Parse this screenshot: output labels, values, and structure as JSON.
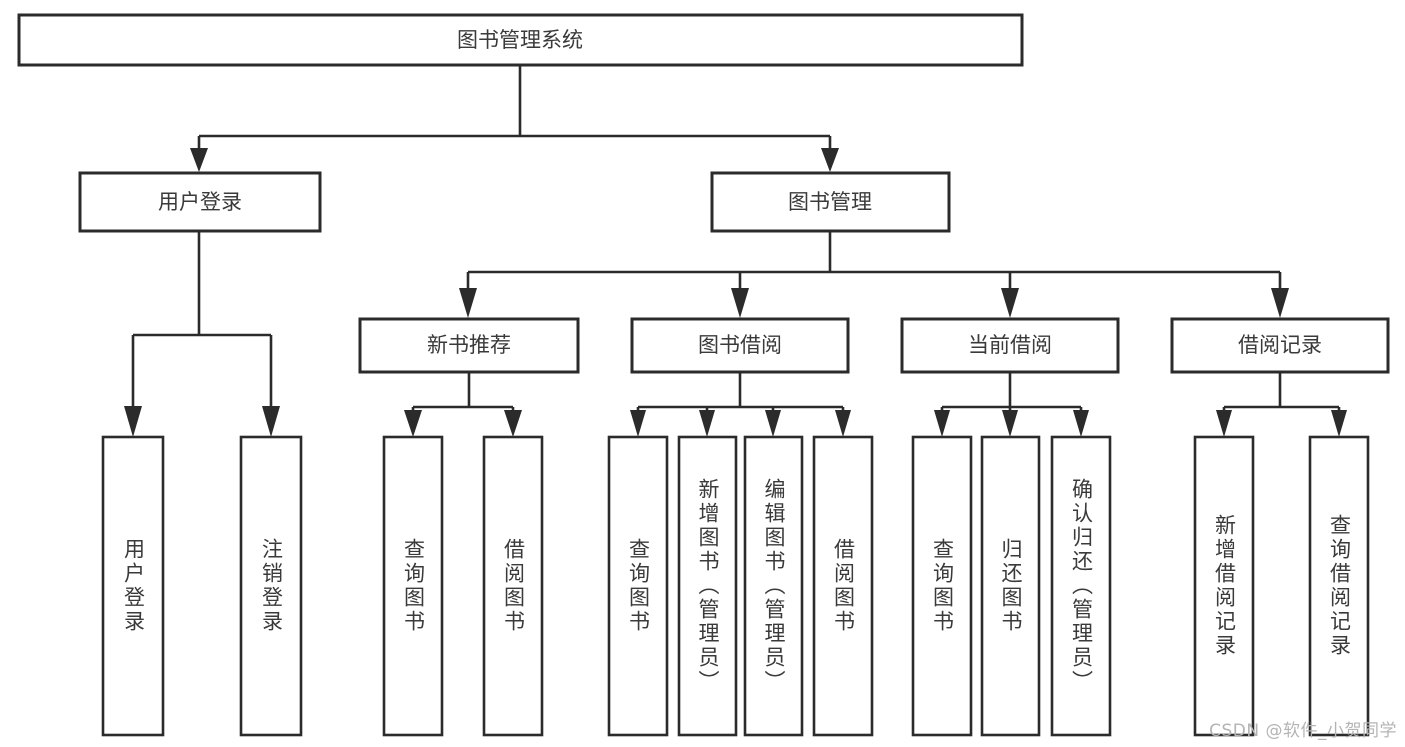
{
  "diagram": {
    "title": "图书管理系统",
    "watermark": "CSDN @软件_小贺同学",
    "colors": {
      "stroke": "#2b2b2b",
      "text": "#3a3a3a",
      "background": "#ffffff",
      "watermark": "#b4b4b4"
    },
    "root": {
      "label": "图书管理系统"
    },
    "level2": [
      {
        "label": "用户登录"
      },
      {
        "label": "图书管理"
      }
    ],
    "level3": [
      {
        "label": "新书推荐"
      },
      {
        "label": "图书借阅"
      },
      {
        "label": "当前借阅"
      },
      {
        "label": "借阅记录"
      }
    ],
    "leaves": {
      "user_login": [
        {
          "label": "用户登录"
        },
        {
          "label": "注销登录"
        }
      ],
      "new_book_recommend": [
        {
          "label": "查询图书"
        },
        {
          "label": "借阅图书"
        }
      ],
      "book_borrow": [
        {
          "label": "查询图书"
        },
        {
          "label": "新增图书（管理员）"
        },
        {
          "label": "编辑图书（管理员）"
        },
        {
          "label": "借阅图书"
        }
      ],
      "current_borrow": [
        {
          "label": "查询图书"
        },
        {
          "label": "归还图书"
        },
        {
          "label": "确认归还（管理员）"
        }
      ],
      "borrow_record": [
        {
          "label": "新增借阅记录"
        },
        {
          "label": "查询借阅记录"
        }
      ]
    }
  }
}
